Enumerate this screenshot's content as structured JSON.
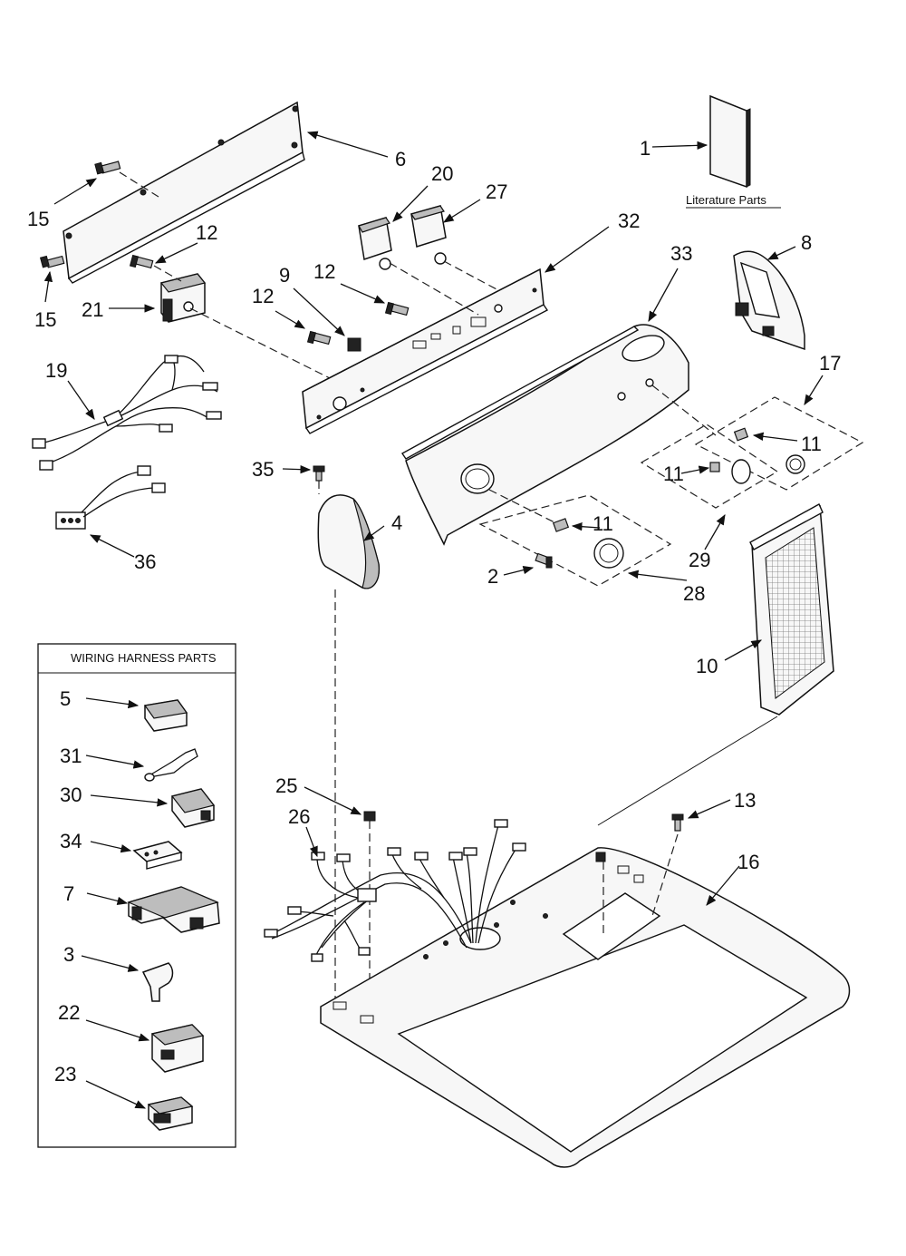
{
  "diagram": {
    "literature_label": "Literature Parts",
    "wiring_box_title": "WIRING HARNESS PARTS",
    "callouts": {
      "c1": "1",
      "c2": "2",
      "c3": "3",
      "c4": "4",
      "c5": "5",
      "c6": "6",
      "c7": "7",
      "c8": "8",
      "c9": "9",
      "c10": "10",
      "c11a": "11",
      "c11b": "11",
      "c11c": "11",
      "c12a": "12",
      "c12b": "12",
      "c12c": "12",
      "c13": "13",
      "c15a": "15",
      "c15b": "15",
      "c16": "16",
      "c17": "17",
      "c19": "19",
      "c20": "20",
      "c21": "21",
      "c22": "22",
      "c23": "23",
      "c25": "25",
      "c26": "26",
      "c27": "27",
      "c28": "28",
      "c29": "29",
      "c30": "30",
      "c31": "31",
      "c32": "32",
      "c33": "33",
      "c34": "34",
      "c35": "35",
      "c36": "36"
    }
  }
}
